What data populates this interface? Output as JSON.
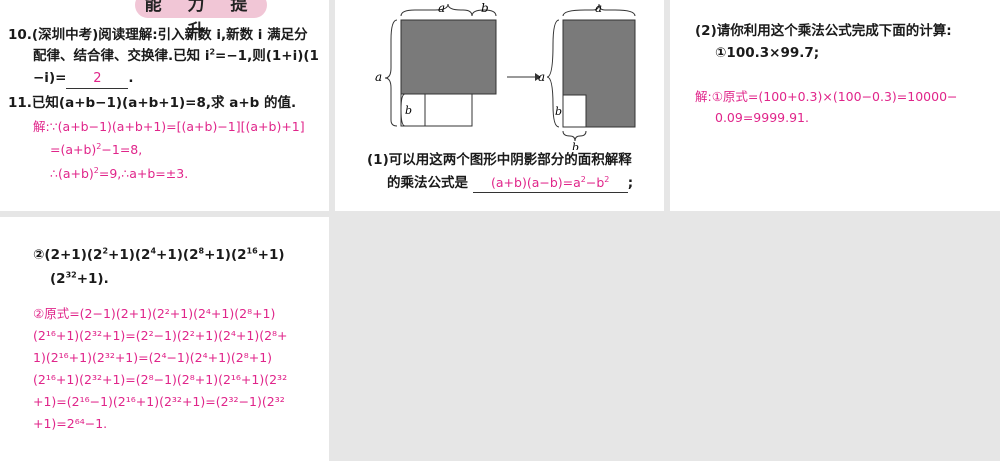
{
  "section_banner": "能 力 提 升",
  "q10": {
    "line1": "10.(深圳中考)阅读理解:引入新数 i,新数 i 满足分",
    "line2": "配律、结合律、交换律.已知 i",
    "line2_sup": "2",
    "line2_end": "=−1,则(1+i)(1",
    "line3_start": "−i)=",
    "answer": "2",
    "line3_end": "."
  },
  "q11": {
    "line1": "11.已知(a+b−1)(a+b+1)=8,求 a+b 的值.",
    "sol1": "解:∵(a+b−1)(a+b+1)=[(a+b)−1][(a+b)+1]",
    "sol2a": "=(a+b)",
    "sol2b": "−1=8,",
    "sol3a": "∴(a+b)",
    "sol3b": "=9,∴a+b=±3.",
    "sup2": "2"
  },
  "q12_top": {
    "label_a": "a",
    "label_b": "b",
    "q1_line1": "(1)可以用这两个图形中阴影部分的面积解释",
    "q1_line2": "的乘法公式是",
    "q1_answer": "(a+b)(a−b)=a",
    "q1_answer_mid": "−b",
    "q1_sup": "2",
    "q1_end": ";"
  },
  "q12_right": {
    "line1": "(2)请你利用这个乘法公式完成下面的计算:",
    "line2": "①100.3×99.7;",
    "sol1": "解:①原式=(100+0.3)×(100−0.3)=10000−",
    "sol2": "0.09=9999.91."
  },
  "q12_bottom": {
    "q_line1": "②(2+1)(2",
    "q_line2_start": "(2",
    "q_line2_end": "+1).",
    "sol_lines": [
      "②原式=(2−1)(2+1)(2²+1)(2⁴+1)(2⁸+1)",
      "(2¹⁶+1)(2³²+1)=(2²−1)(2²+1)(2⁴+1)(2⁸+",
      "1)(2¹⁶+1)(2³²+1)=(2⁴−1)(2⁴+1)(2⁸+1)",
      "(2¹⁶+1)(2³²+1)=(2⁸−1)(2⁸+1)(2¹⁶+1)(2³²",
      "+1)=(2¹⁶−1)(2¹⁶+1)(2³²+1)=(2³²−1)(2³²",
      "+1)=2⁶⁴−1."
    ]
  },
  "colors": {
    "answer_pink": "#e0258a",
    "banner_pink": "#f1c6d6",
    "gutter": "#e6e6e6",
    "shade": "#7a7a7a"
  }
}
